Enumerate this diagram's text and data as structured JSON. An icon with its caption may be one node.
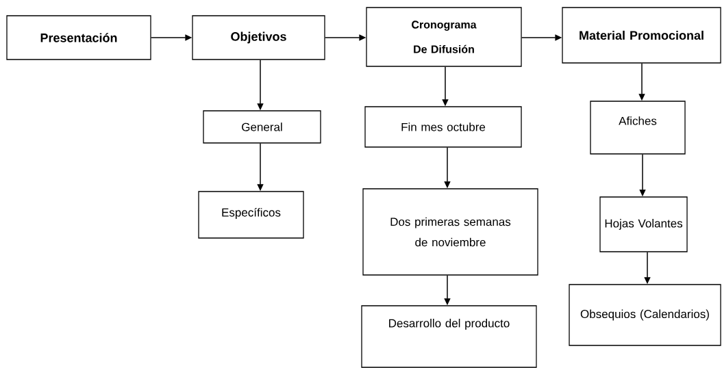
{
  "diagram": {
    "nodes": [
      {
        "text": [
          "Presentación"
        ]
      },
      {
        "text": [
          "Objetivos"
        ]
      },
      {
        "text": [
          "Cronograma De Difusión"
        ]
      },
      {
        "text": [
          "Material Promocional"
        ]
      },
      {
        "text": [
          "General"
        ]
      },
      {
        "text": [
          "Específicos"
        ]
      },
      {
        "text": [
          "Fin mes octubre"
        ]
      },
      {
        "text": [
          "Dos primeras semanas de noviembre"
        ]
      },
      {
        "text": [
          "Desarrollo del producto"
        ]
      },
      {
        "text": [
          "Afiches"
        ]
      },
      {
        "text": [
          "Hojas Volantes"
        ]
      },
      {
        "text": [
          "Obsequios (Calendarios)"
        ]
      }
    ],
    "edges": [
      {
        "from": 0,
        "to": 1,
        "arrow": "to"
      },
      {
        "from": 1,
        "to": 2,
        "arrow": "to"
      },
      {
        "from": 2,
        "to": 3,
        "arrow": "to"
      },
      {
        "from": 1,
        "to": 4,
        "arrow": "to"
      },
      {
        "from": 4,
        "to": 5,
        "arrow": "to"
      },
      {
        "from": 2,
        "to": 6,
        "arrow": "to"
      },
      {
        "from": 6,
        "to": 7,
        "arrow": "to"
      },
      {
        "from": 7,
        "to": 8,
        "arrow": "to"
      },
      {
        "from": 3,
        "to": 9,
        "arrow": "to"
      },
      {
        "from": 9,
        "to": 10,
        "arrow": "to"
      },
      {
        "from": 10,
        "to": 11,
        "arrow": "to"
      }
    ]
  }
}
